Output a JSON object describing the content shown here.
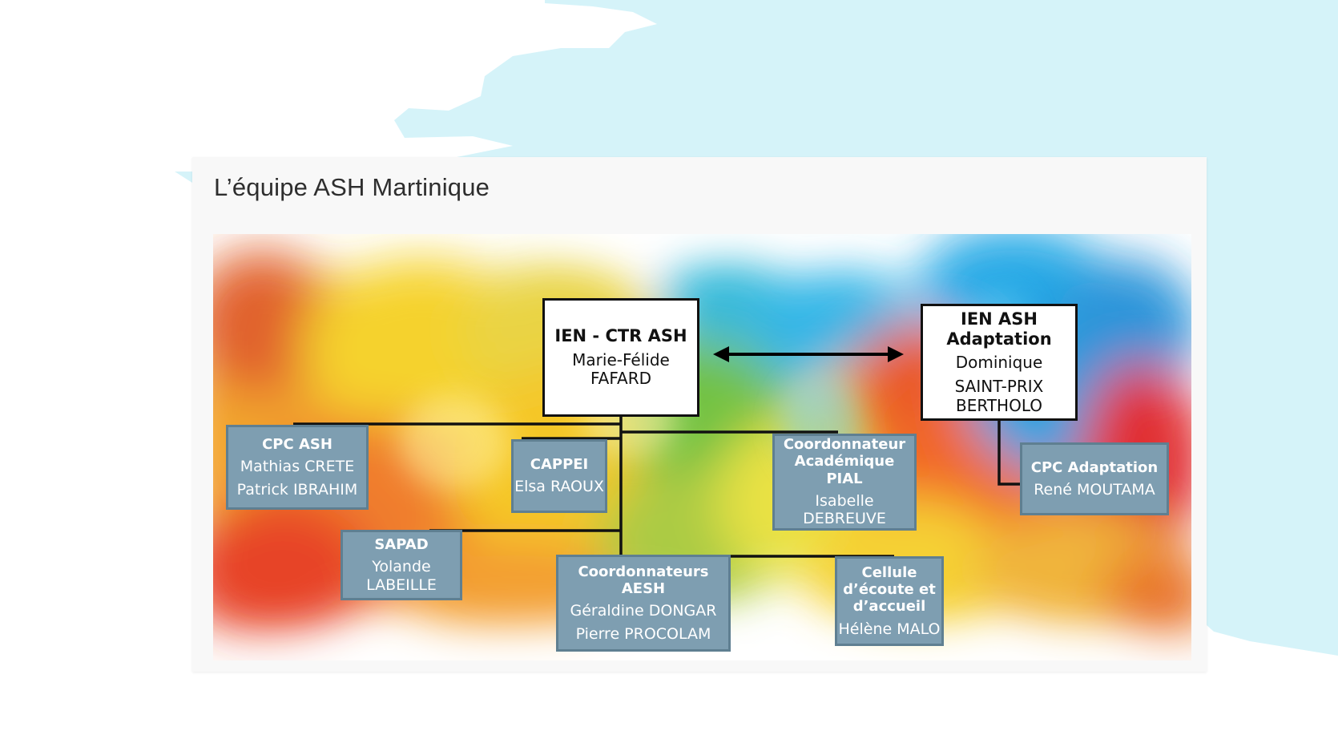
{
  "slide": {
    "title": "L’équipe ASH Martinique",
    "colors": {
      "splash": "#d5f3f9",
      "box_blue": "#7e9eb1",
      "box_blue_border": "#5f7f91",
      "box_white": "#ffffff"
    }
  },
  "org": {
    "ien_ctr": {
      "role": "IEN - CTR ASH",
      "names": [
        "Marie-Félide",
        "FAFARD"
      ]
    },
    "ien_adapt": {
      "role_lines": [
        "IEN ASH",
        "Adaptation"
      ],
      "names": [
        "Dominique",
        "SAINT-PRIX",
        "BERTHOLO"
      ]
    },
    "cpc_ash": {
      "role": "CPC ASH",
      "names": [
        "Mathias CRETE",
        "Patrick IBRAHIM"
      ]
    },
    "cappei": {
      "role": "CAPPEI",
      "names": [
        "Elsa RAOUX"
      ]
    },
    "pial": {
      "role_lines": [
        "Coordonnateur",
        "Académique PIAL"
      ],
      "names": [
        "Isabelle",
        "DEBREUVE"
      ]
    },
    "cpc_adapt": {
      "role": "CPC Adaptation",
      "names": [
        "René MOUTAMA"
      ]
    },
    "sapad": {
      "role": "SAPAD",
      "names": [
        "Yolande",
        "LABEILLE"
      ]
    },
    "aesh": {
      "role": "Coordonnateurs AESH",
      "names": [
        "Géraldine DONGAR",
        "Pierre PROCOLAM"
      ]
    },
    "cellule": {
      "role_lines": [
        "Cellule",
        "d’écoute et",
        "d’accueil"
      ],
      "names": [
        "Hélène MALO"
      ]
    }
  }
}
